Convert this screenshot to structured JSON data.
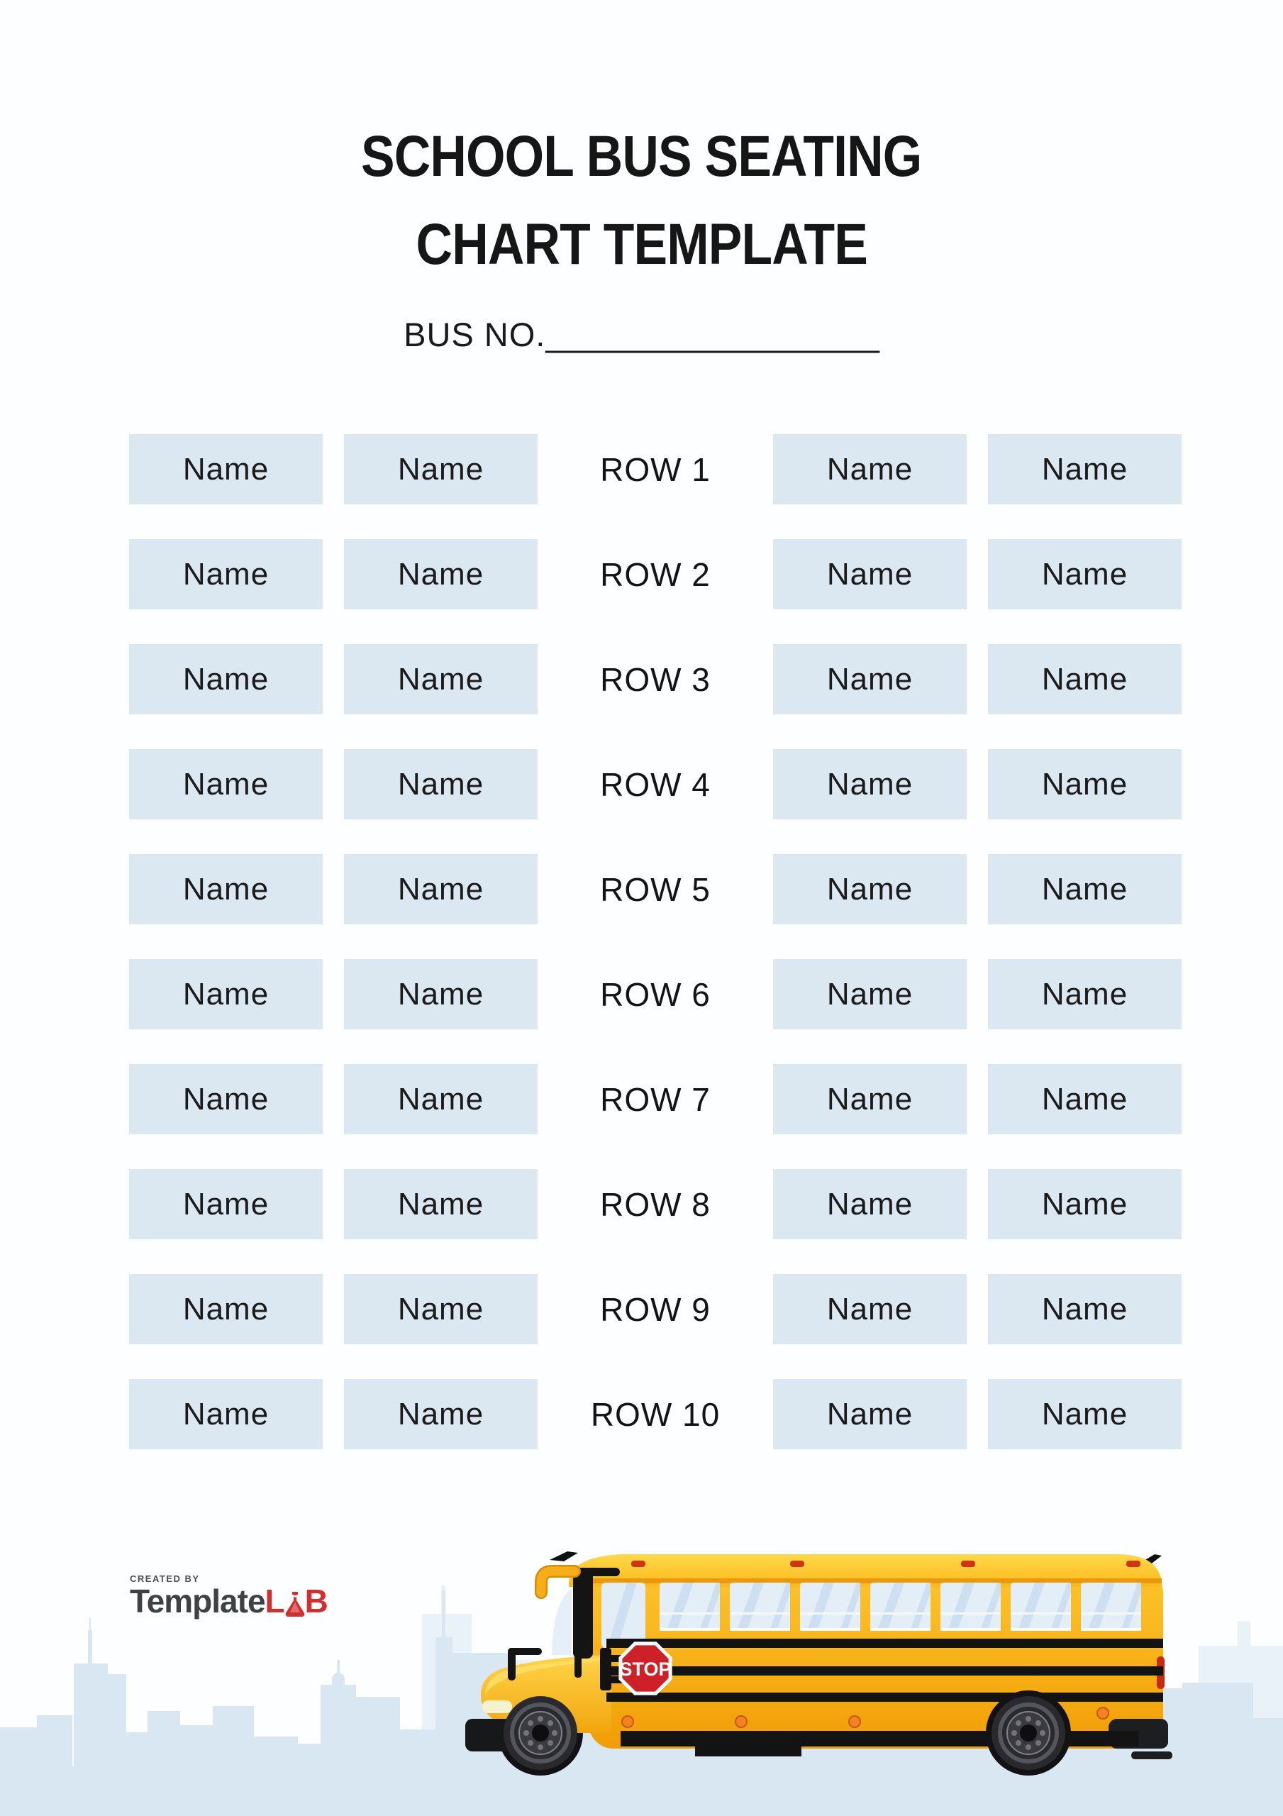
{
  "header": {
    "title_line1": "SCHOOL BUS SEATING",
    "title_line2": "CHART TEMPLATE",
    "bus_no_label": "BUS NO.",
    "bus_no_blank": "__________________"
  },
  "rows": [
    {
      "label": "ROW 1",
      "seats": [
        "Name",
        "Name",
        "Name",
        "Name"
      ]
    },
    {
      "label": "ROW 2",
      "seats": [
        "Name",
        "Name",
        "Name",
        "Name"
      ]
    },
    {
      "label": "ROW 3",
      "seats": [
        "Name",
        "Name",
        "Name",
        "Name"
      ]
    },
    {
      "label": "ROW 4",
      "seats": [
        "Name",
        "Name",
        "Name",
        "Name"
      ]
    },
    {
      "label": "ROW 5",
      "seats": [
        "Name",
        "Name",
        "Name",
        "Name"
      ]
    },
    {
      "label": "ROW 6",
      "seats": [
        "Name",
        "Name",
        "Name",
        "Name"
      ]
    },
    {
      "label": "ROW 7",
      "seats": [
        "Name",
        "Name",
        "Name",
        "Name"
      ]
    },
    {
      "label": "ROW 8",
      "seats": [
        "Name",
        "Name",
        "Name",
        "Name"
      ]
    },
    {
      "label": "ROW 9",
      "seats": [
        "Name",
        "Name",
        "Name",
        "Name"
      ]
    },
    {
      "label": "ROW 10",
      "seats": [
        "Name",
        "Name",
        "Name",
        "Name"
      ]
    }
  ],
  "footer": {
    "logo": {
      "created_by": "CREATED BY",
      "brand_dark": "Template",
      "brand_l": "L",
      "brand_b": "B"
    }
  },
  "bus": {
    "stop_sign": "STOP"
  },
  "colors": {
    "page_bg": "#fdfeff",
    "seat_bg": "#dbe8f2",
    "text": "#161616",
    "logo_dark": "#3e4243",
    "logo_red": "#d22f2f",
    "bus_body_yellow": "#fcb722",
    "bus_roof_yellow": "#ffd435",
    "stop_red": "#ce2029",
    "stripe_black": "#131313",
    "window_blue": "#e4eef7",
    "skyline_front": "#d9e7f3",
    "skyline_back": "#eaf2f9"
  }
}
